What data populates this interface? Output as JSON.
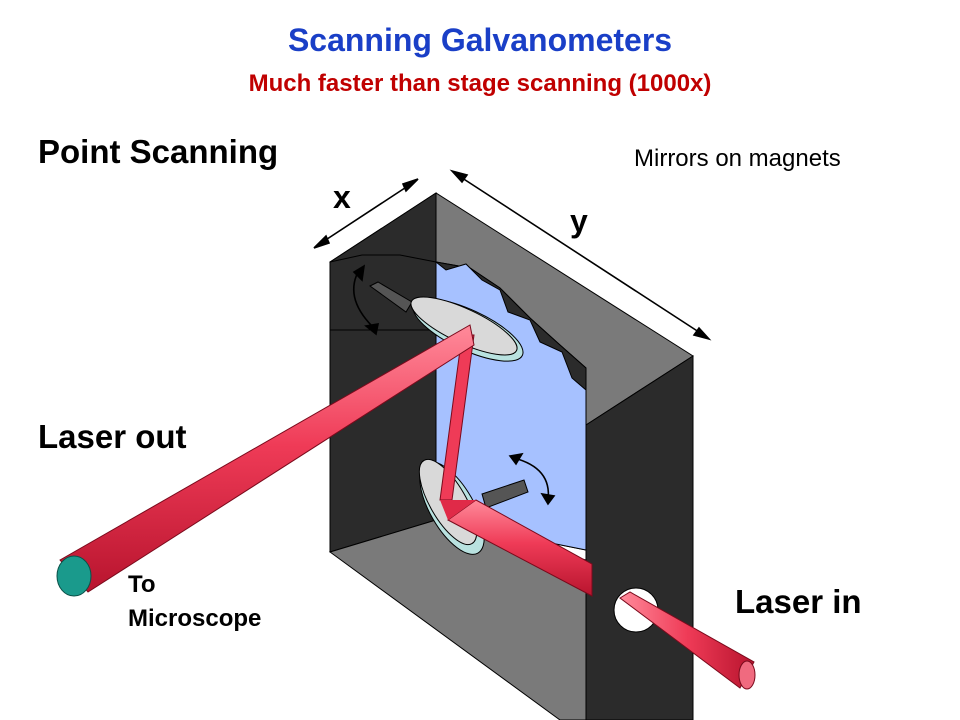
{
  "title": "Scanning Galvanometers",
  "subtitle": "Much faster than stage scanning (1000x)",
  "labels": {
    "point_scanning": "Point Scanning",
    "mirrors": "Mirrors on magnets",
    "x": "x",
    "y": "y",
    "laser_out": "Laser out",
    "laser_in": "Laser in",
    "to_microscope_line1": "To",
    "to_microscope_line2": "Microscope"
  },
  "colors": {
    "title": "#1a3fc7",
    "subtitle": "#c00000",
    "box_dark": "#2b2b2b",
    "box_side": "#8a8a8a",
    "interior": "#a6c1ff",
    "beam": "#e8324f",
    "beam_end": "#1a9a8c"
  }
}
